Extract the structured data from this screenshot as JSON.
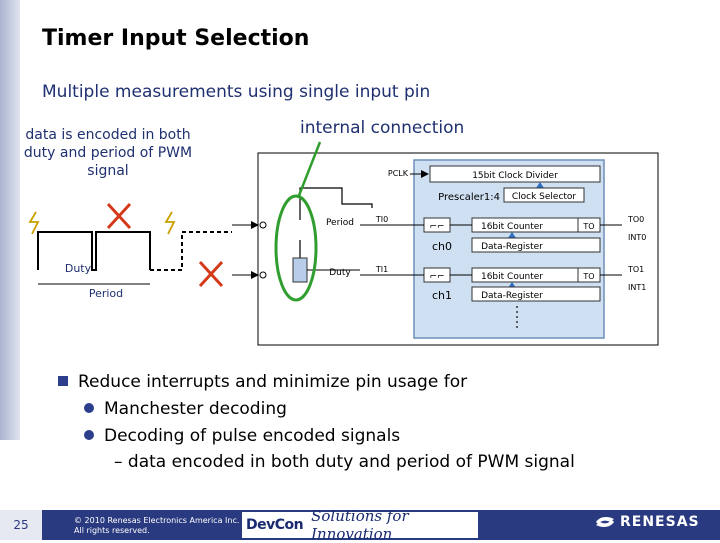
{
  "slide": {
    "title": "Timer Input Selection",
    "subtitle": "Multiple measurements using single input pin",
    "note": "data is encoded in both duty and period of PWM signal",
    "internal_connection": "internal connection",
    "page_number": "25"
  },
  "diagram": {
    "pclk": "PCLK",
    "clock_divider": "15bit Clock Divider",
    "prescaler": "Prescaler1:4",
    "clock_selector": "Clock Selector",
    "period": "Period",
    "duty": "Duty",
    "ti0": "TI0",
    "ti1": "TI1",
    "ch0": "ch0",
    "ch1": "ch1",
    "counter_16bit": "16bit Counter",
    "data_register": "Data-Register",
    "to": "TO",
    "to0": "TO0",
    "int0": "INT0",
    "to1": "TO1",
    "int1": "INT1",
    "waveform_duty": "Duty",
    "waveform_period": "Period"
  },
  "bullets": {
    "main": "Reduce interrupts and minimize pin usage for",
    "items": [
      "Manchester decoding",
      "Decoding of pulse encoded signals"
    ],
    "sub": "– data encoded in both duty and period of PWM signal"
  },
  "footer": {
    "copyright_line1": "© 2010 Renesas Electronics America Inc.",
    "copyright_line2": "All rights reserved.",
    "devcon": "DevCon",
    "tagline": "Solutions for Innovation",
    "brand": "RENESAS"
  },
  "colors": {
    "accent_blue": "#1f3070",
    "green_loop": "#2f9e2f",
    "red_x": "#d43a1a",
    "timer_box": "#cfe0f2",
    "footer": "#2a3a80"
  }
}
